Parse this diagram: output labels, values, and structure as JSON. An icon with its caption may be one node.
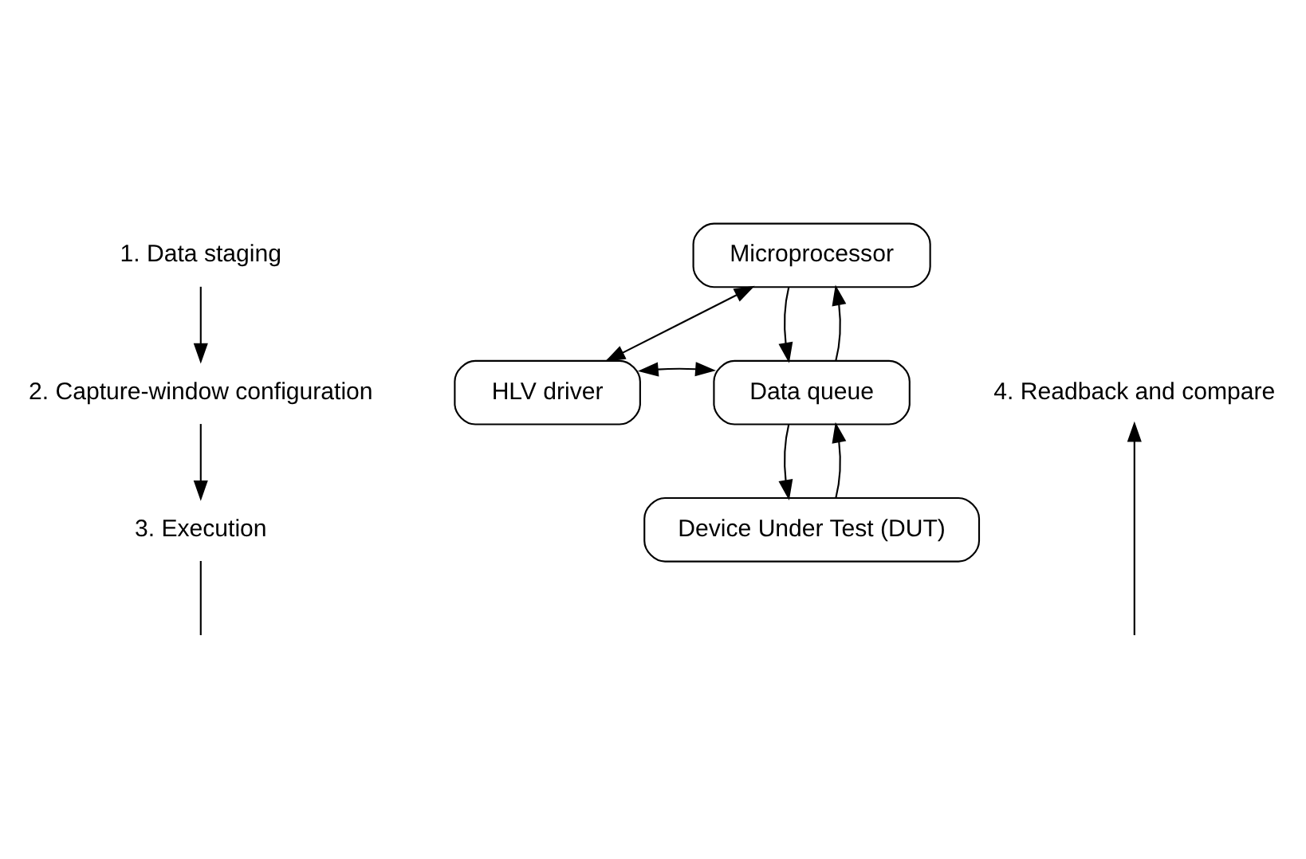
{
  "diagram": {
    "nodes": [
      {
        "text": [
          "1. Data staging"
        ]
      },
      {
        "text": [
          "2. Capture-window configuration"
        ]
      },
      {
        "text": [
          "3. Execution"
        ]
      },
      {
        "text": [
          "4. Readback and compare"
        ]
      },
      {
        "text": [
          "Microprocessor"
        ]
      },
      {
        "text": [
          "HLV driver"
        ]
      },
      {
        "text": [
          "Data queue"
        ]
      },
      {
        "text": [
          "Device Under Test (DUT)"
        ]
      }
    ],
    "edges": [
      {
        "from": 0,
        "to": 1,
        "arrow": "to"
      },
      {
        "from": 1,
        "to": 2,
        "arrow": "to"
      },
      {
        "from": 2,
        "to": null,
        "arrow": "none"
      },
      {
        "from": null,
        "to": 3,
        "arrow": "to"
      },
      {
        "from": 4,
        "to": 5,
        "arrow": "both"
      },
      {
        "from": 4,
        "to": 6,
        "arrow": "to"
      },
      {
        "from": 6,
        "to": 4,
        "arrow": "to"
      },
      {
        "from": 5,
        "to": 6,
        "arrow": "both"
      },
      {
        "from": 6,
        "to": 7,
        "arrow": "to"
      },
      {
        "from": 7,
        "to": 6,
        "arrow": "to"
      }
    ]
  }
}
